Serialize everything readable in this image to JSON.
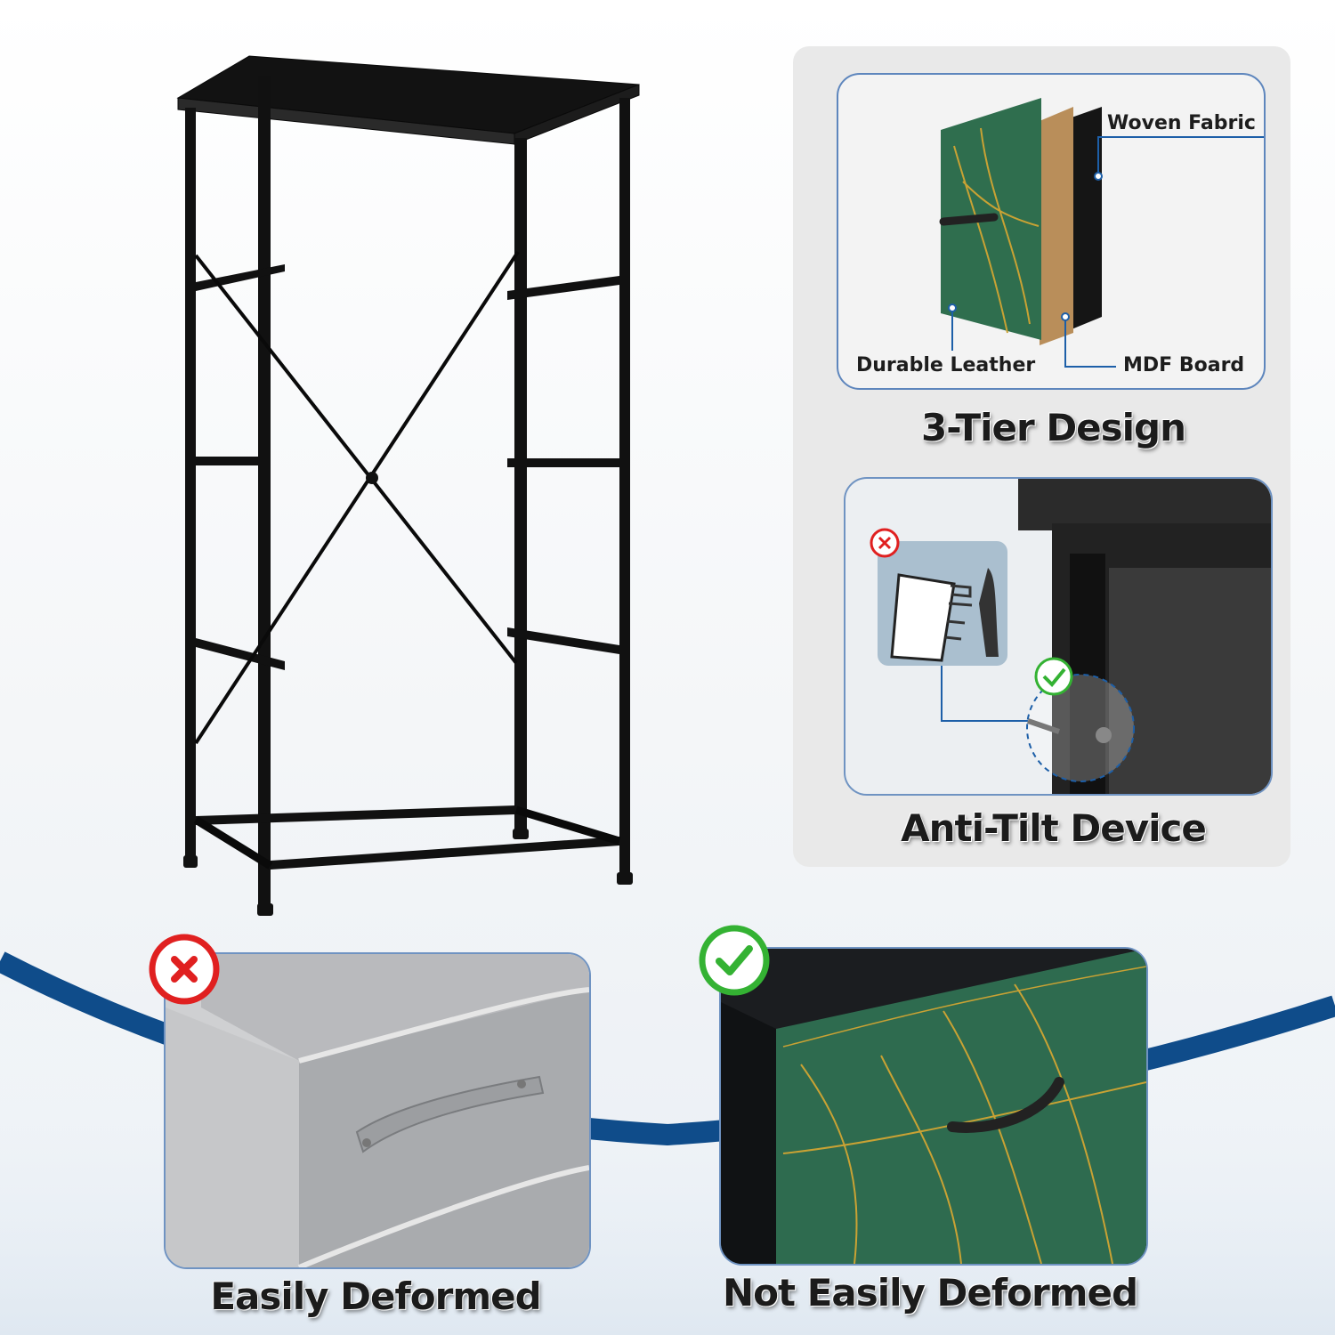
{
  "colors": {
    "accent_blue": "#0f4c8a",
    "bad_red": "#e02020",
    "good_green": "#34b233",
    "leather_green": "#2f6e4e",
    "gold": "#c9a234"
  },
  "icons": {
    "bad": "x-circle-icon",
    "good": "check-circle-icon"
  },
  "materials": {
    "woven_fabric": "Woven Fabric",
    "durable_leather": "Durable Leather",
    "mdf_board": "MDF Board"
  },
  "headings": {
    "tier_design": "3-Tier Design",
    "anti_tilt": "Anti-Tilt Device"
  },
  "comparison": {
    "bad_label": "Easily Deformed",
    "good_label": "Not Easily Deformed"
  }
}
